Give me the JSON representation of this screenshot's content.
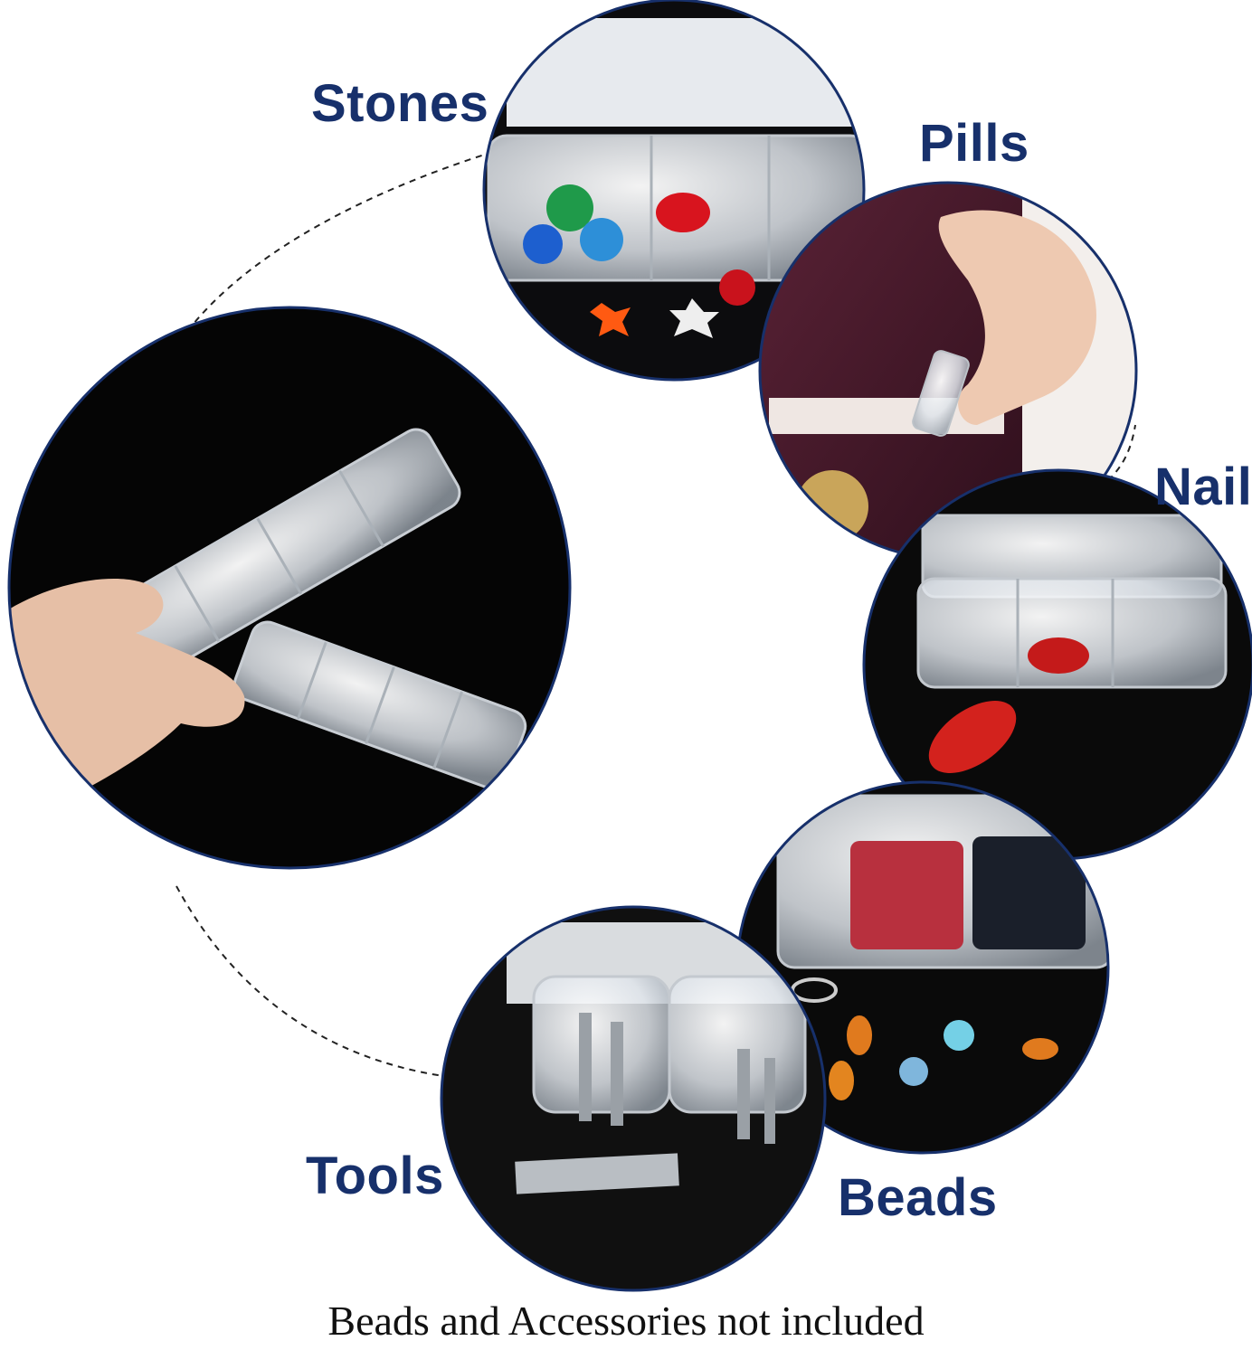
{
  "labels": {
    "stones": "Stones",
    "pills": "Pills",
    "nail": "Nail",
    "tools": "Tools",
    "beads": "Beads"
  },
  "footnote": "Beads and Accessories not included",
  "colors": {
    "label_text": "#17306b",
    "circle_border": "#17306b",
    "dashed_path": "#222222",
    "photo_background": "#050505"
  }
}
